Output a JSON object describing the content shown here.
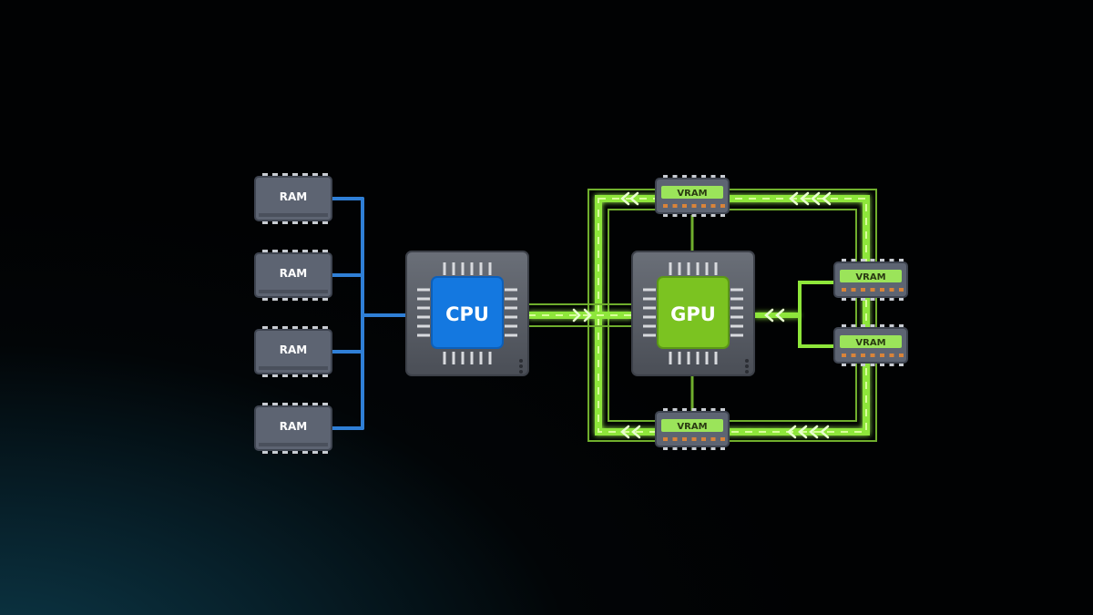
{
  "colors": {
    "background": "#020507",
    "ram_body": "#5d6472",
    "ram_bus": "#2f7fd6",
    "cpu_die": "#1478e0",
    "gpu_die": "#7bc321",
    "chip_package": "#5a5e66",
    "gpu_bus": "#8ee63a",
    "vram_label": "#9be45a"
  },
  "ram_modules": [
    {
      "label": "RAM"
    },
    {
      "label": "RAM"
    },
    {
      "label": "RAM"
    },
    {
      "label": "RAM"
    }
  ],
  "cpu": {
    "label": "CPU"
  },
  "gpu": {
    "label": "GPU"
  },
  "vram_modules": [
    {
      "label": "VRAM",
      "position": "top"
    },
    {
      "label": "VRAM",
      "position": "right-upper"
    },
    {
      "label": "VRAM",
      "position": "right-lower"
    },
    {
      "label": "VRAM",
      "position": "bottom"
    }
  ]
}
